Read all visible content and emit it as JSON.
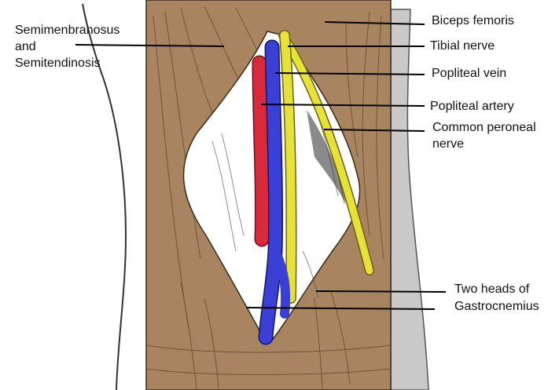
{
  "labels": {
    "semimembranosus_line1": "Semimenbranosus",
    "semimembranosus_line2": "and",
    "semimembranosus_line3": "Semitendinosis",
    "biceps_femoris": "Biceps femoris",
    "tibial_nerve": "Tibial nerve",
    "popliteal_vein": "Popliteal vein",
    "popliteal_artery": "Popliteal artery",
    "common_peroneal_line1": "Common peroneal",
    "common_peroneal_line2": "nerve",
    "two_heads_line1": "Two heads of",
    "two_heads_line2": "Gastrocnemius"
  },
  "colors": {
    "muscle_panel": "#a88560",
    "fossa_white": "#ffffff",
    "vein_blue": "#3a3fd6",
    "artery_red": "#d92a3c",
    "nerve_yellow": "#e7e23a",
    "leader_line": "#000000",
    "outline": "#3a2a1a"
  }
}
